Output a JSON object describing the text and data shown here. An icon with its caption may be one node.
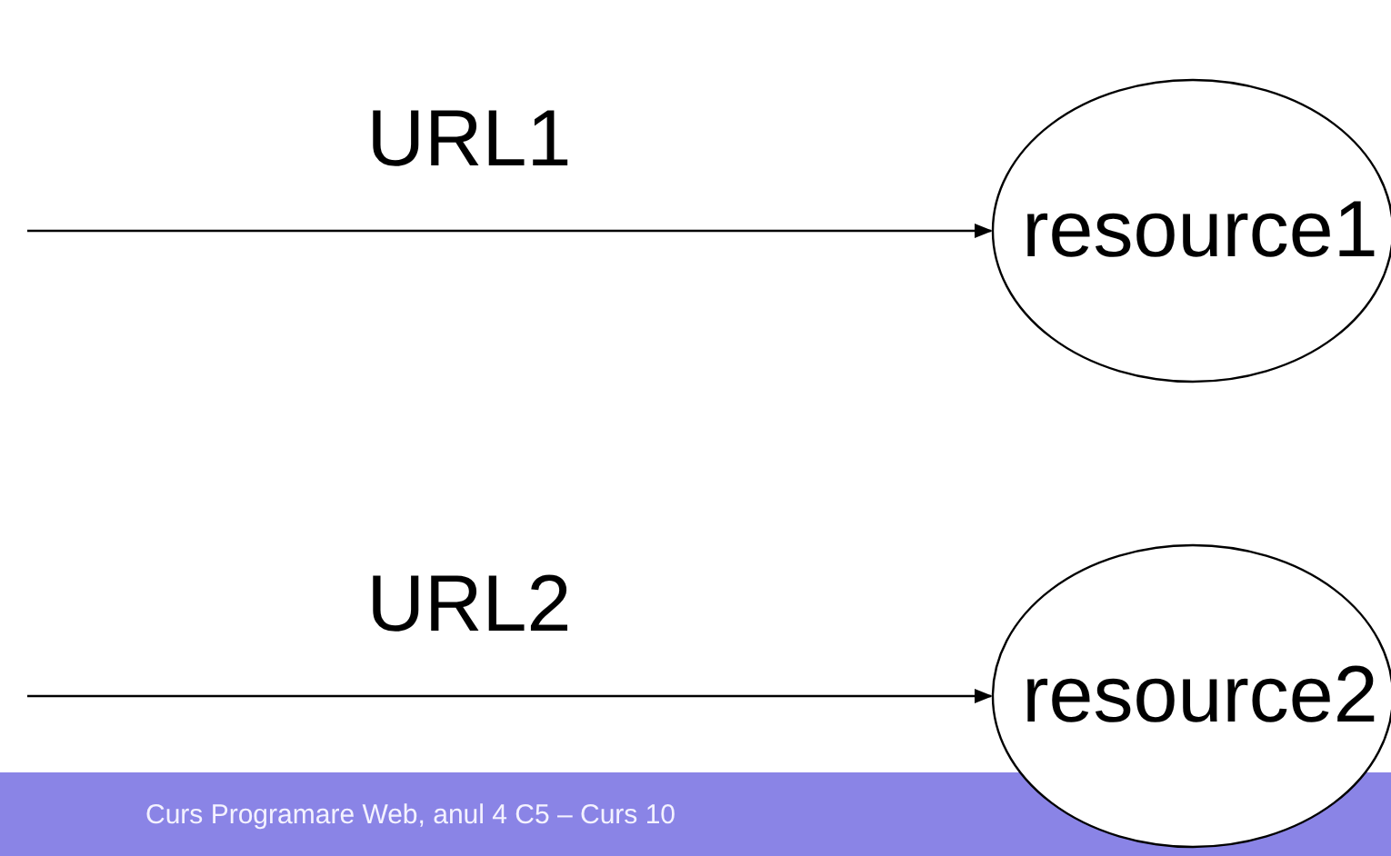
{
  "diagram": {
    "nodes": [
      {
        "text": [
          "resource1"
        ]
      },
      {
        "text": [
          "resource2"
        ]
      }
    ],
    "edges": [
      {
        "from": null,
        "to": 0,
        "arrow": "to",
        "label": "URL1"
      },
      {
        "from": null,
        "to": 1,
        "arrow": "to",
        "label": "URL2"
      }
    ],
    "labels": [
      "Curs Programare Web, anul 4 C5 – Curs 10"
    ]
  }
}
